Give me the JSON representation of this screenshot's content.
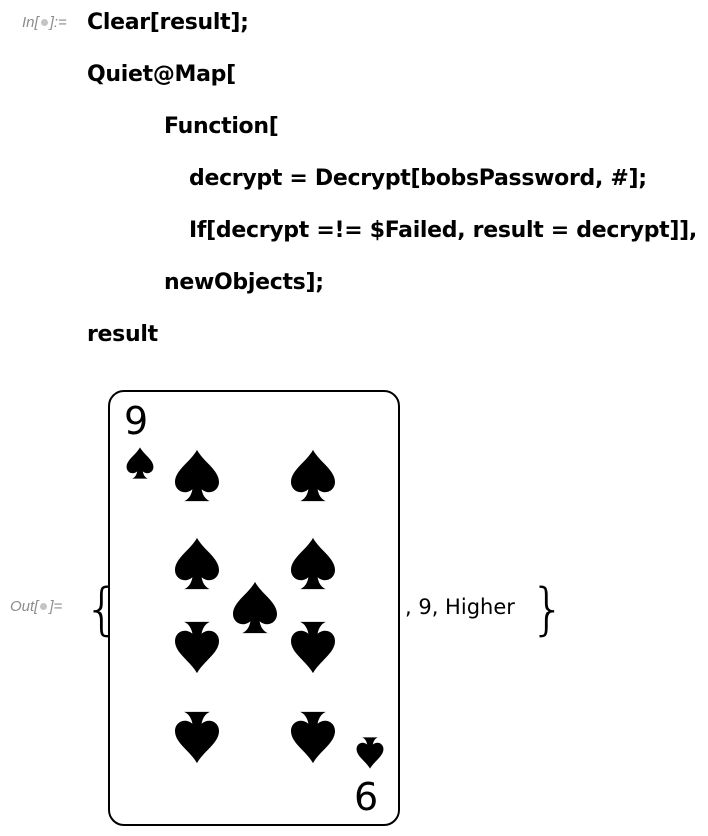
{
  "cell": {
    "input_label": "In[",
    "input_label_end": "]:=",
    "output_label": "Out[",
    "output_label_end": "]=",
    "code_lines": [
      "Clear[result];",
      "Quiet@Map[",
      "Function[",
      "decrypt = Decrypt[bobsPassword, #];",
      "If[decrypt =!= $Failed, result = decrypt]],",
      "newObjects];",
      "result"
    ]
  },
  "output": {
    "open_brace": "{",
    "close_brace": "}",
    "card_rank_top": "9",
    "card_rank_bottom": "6",
    "card_suit_icon": "spade-icon",
    "trailing_text": ", 9, Higher"
  }
}
